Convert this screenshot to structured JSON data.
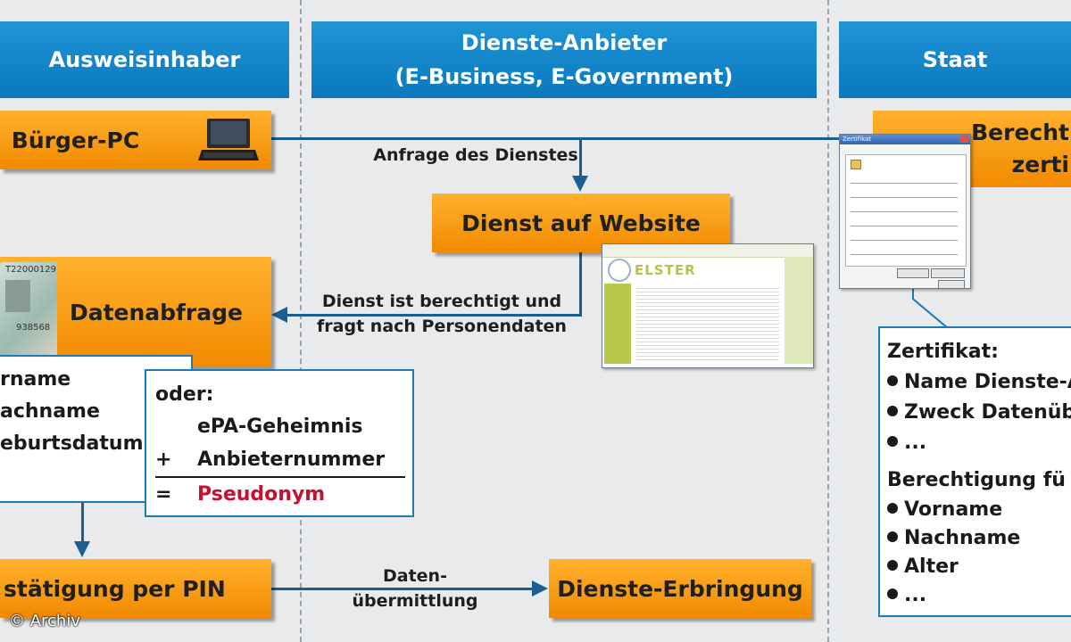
{
  "columns": {
    "holder": "Ausweisinhaber",
    "provider_line1": "Dienste-Anbieter",
    "provider_line2": "(E-Business, E-Government)",
    "state": "Staat"
  },
  "boxes": {
    "buerger_pc": "Bürger-PC",
    "dienst_website": "Dienst auf Website",
    "datenabfrage": "Datenabfrage",
    "bestaetigung_pin": "stätigung per PIN",
    "dienste_erbringung": "Dienste-Erbringung",
    "berecht_line1": "Berecht",
    "berecht_line2": "zerti"
  },
  "labels": {
    "anfrage": "Anfrage des Dienstes",
    "berechtigt_line1": "Dienst ist berechtigt und",
    "berechtigt_line2": "fragt nach Personendaten",
    "daten_line1": "Daten-",
    "daten_line2": "übermittlung"
  },
  "personal_data": [
    "rname",
    "achname",
    "eburtsdatum"
  ],
  "pseudonym_box": {
    "title": "oder:",
    "rows": [
      {
        "op": "",
        "text": "ePA-Geheimnis"
      },
      {
        "op": "+",
        "text": "Anbieternummer"
      },
      {
        "op": "=",
        "text": "Pseudonym"
      }
    ],
    "highlight_color": "#c8102e"
  },
  "zertifikat": {
    "title": "Zertifikat:",
    "items": [
      "Name Dienste-A",
      "Zweck Datenübe",
      "..."
    ],
    "berechtigung_title": "Berechtigung fü",
    "berechtigung_items": [
      "Vorname",
      "Nachname",
      "Alter",
      "..."
    ]
  },
  "id_card_number_top": "T22000129",
  "id_card_number_bottom": "938568",
  "website_title": "ELSTER",
  "dialog_title": "Zertifikat",
  "copyright": "© Archiv",
  "colors": {
    "header_blue": "#0a78bd",
    "box_orange": "#f7991c",
    "arrow_blue": "#1b5e92",
    "pseudonym_red": "#c8102e"
  }
}
